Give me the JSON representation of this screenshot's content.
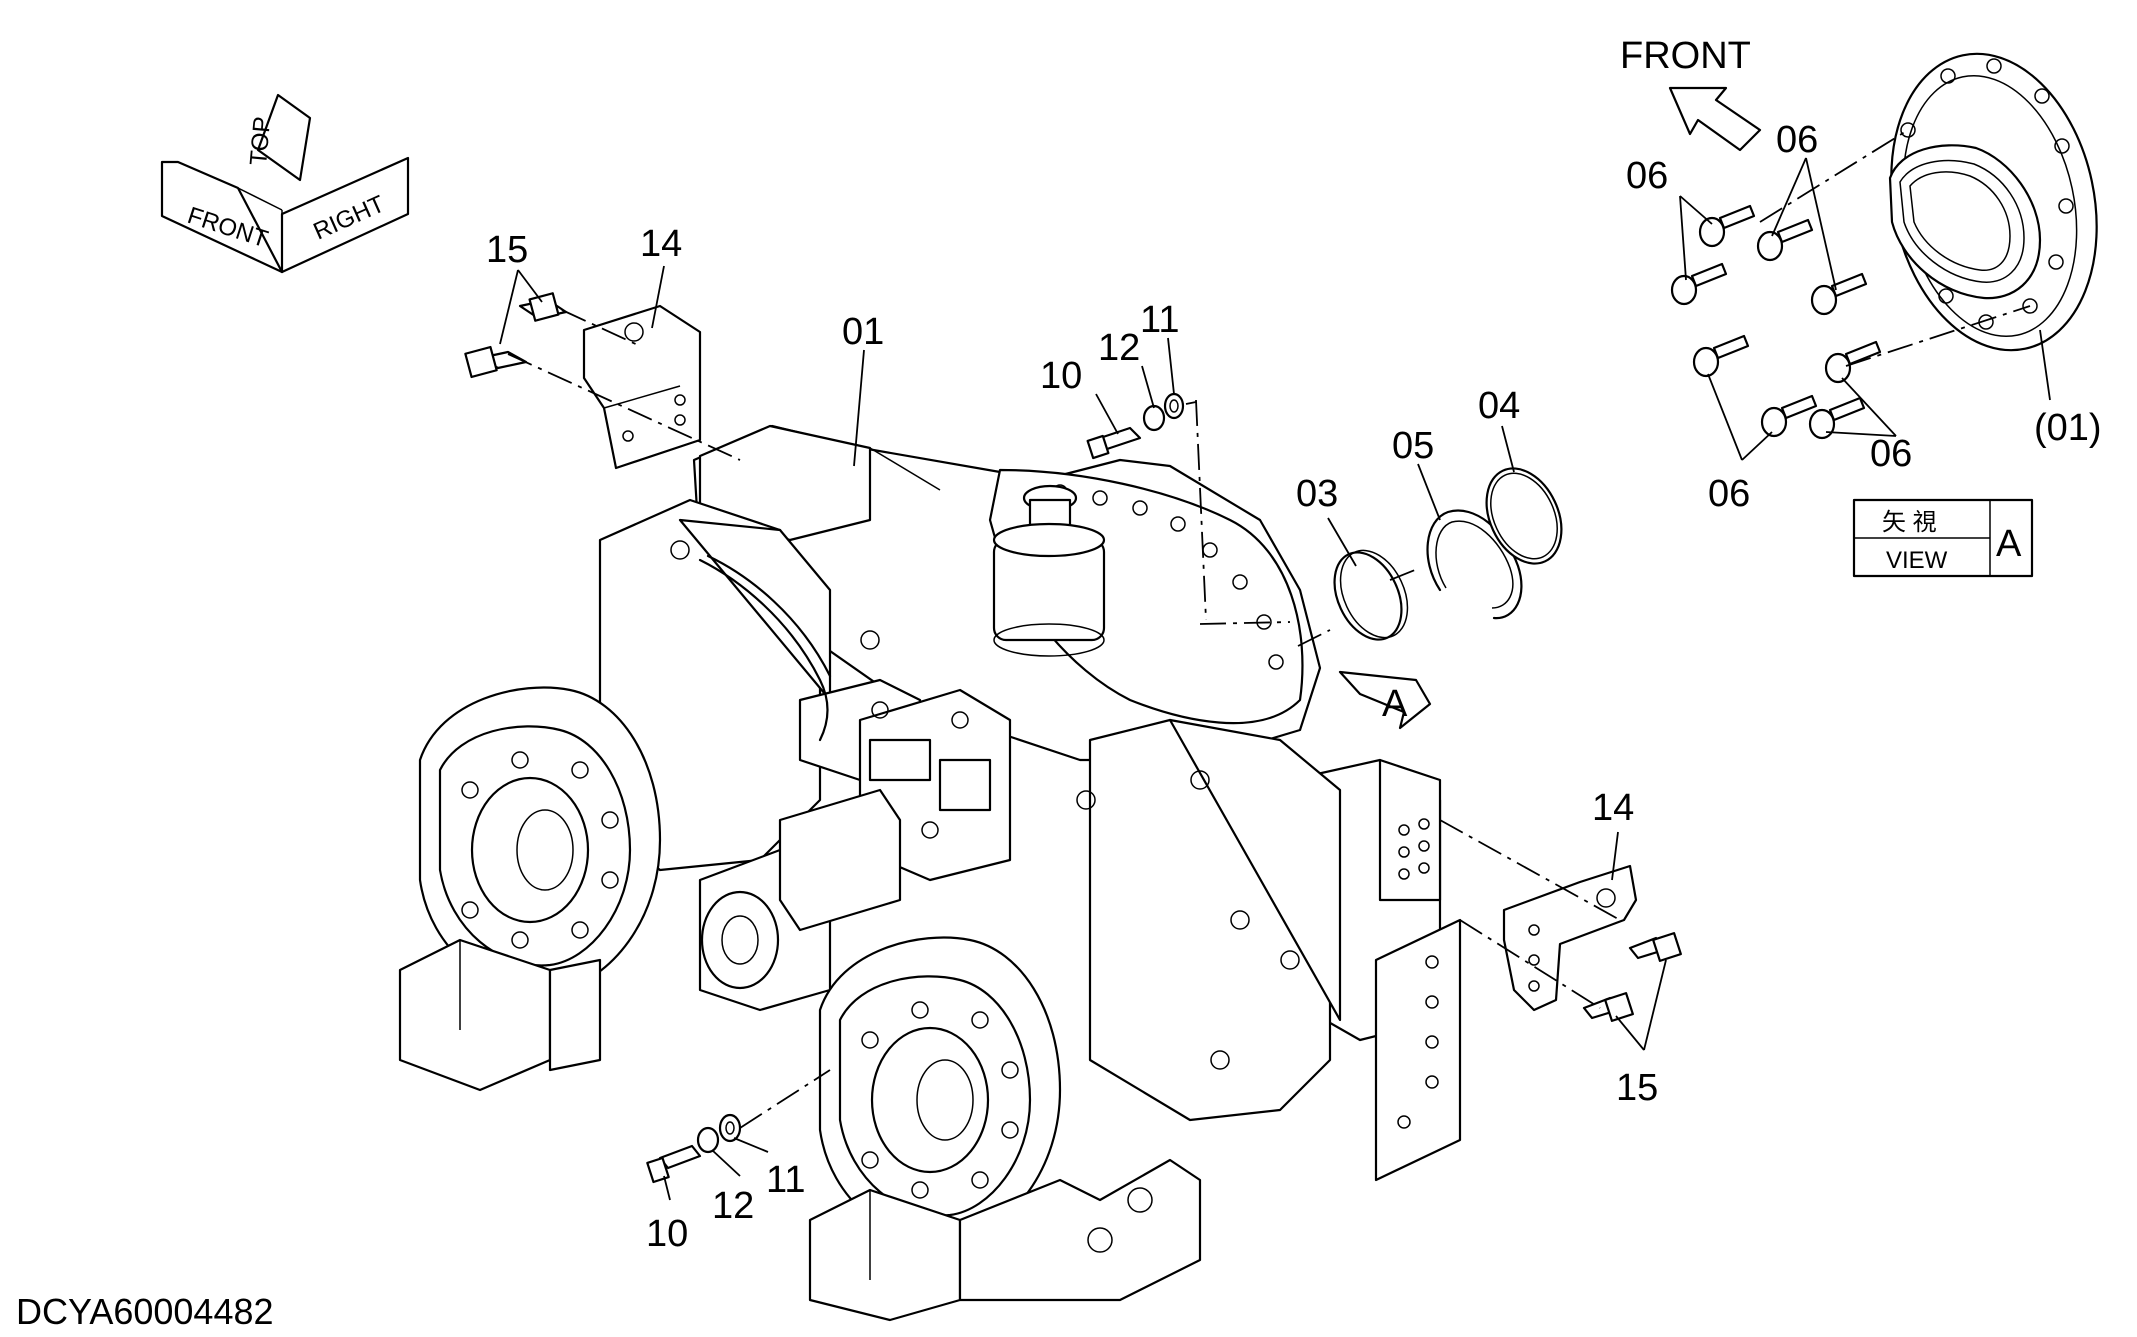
{
  "drawing_id": "DCYA60004482",
  "labels": {
    "p01": "01",
    "p01_paren": "(01)",
    "p03": "03",
    "p04": "04",
    "p05": "05",
    "p06a": "06",
    "p06b": "06",
    "p06c": "06",
    "p06d": "06",
    "p10_top": "10",
    "p11_top": "11",
    "p12_top": "12",
    "p10_bot": "10",
    "p11_bot": "11",
    "p12_bot": "12",
    "p14_left": "14",
    "p15_left": "15",
    "p14_right": "14",
    "p15_right": "15"
  },
  "view_marker": {
    "letter": "A"
  },
  "view_box": {
    "jp": "矢 視",
    "en": "VIEW",
    "letter": "A"
  },
  "front_arrow": {
    "label": "FRONT"
  },
  "orientation": {
    "front": "FRONT",
    "top": "TOP",
    "right": "RIGHT"
  }
}
